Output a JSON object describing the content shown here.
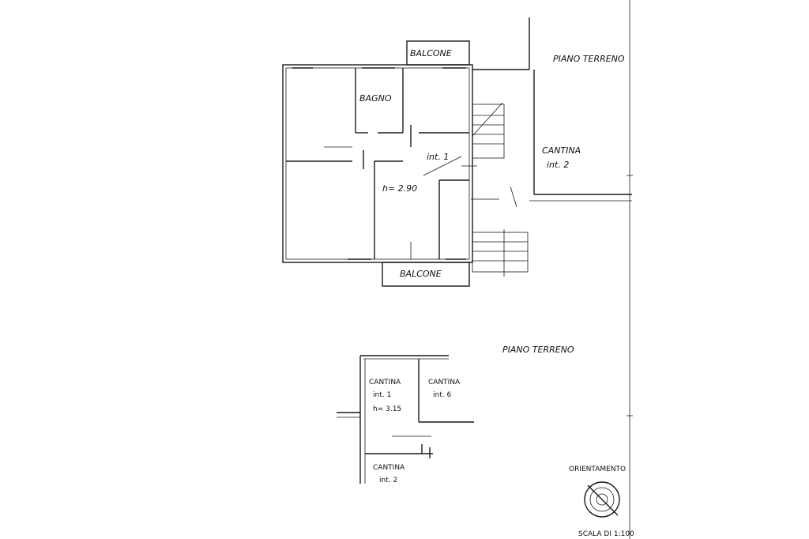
{
  "upper_floor": {
    "balcony_top": "BALCONE",
    "bathroom": "BAGNO",
    "unit_label": "int. 1",
    "height": "h= 2.90",
    "balcony_bottom": "BALCONE"
  },
  "top_right": {
    "floor_label": "PIANO TERRENO",
    "cellar_label": "CANTINA",
    "cellar_unit": "int. 2"
  },
  "ground_floor": {
    "title": "PIANO TERRENO",
    "cellar_1_label": "CANTINA",
    "cellar_1_unit": "int. 1",
    "cellar_1_height": "h= 3.15",
    "cellar_6_label": "CANTINA",
    "cellar_6_unit": "int. 6",
    "cellar_2_label": "CANTINA",
    "cellar_2_unit": "int. 2"
  },
  "legend": {
    "orientation": "ORIENTAMENTO",
    "scale": "SCALA DI 1:100"
  }
}
